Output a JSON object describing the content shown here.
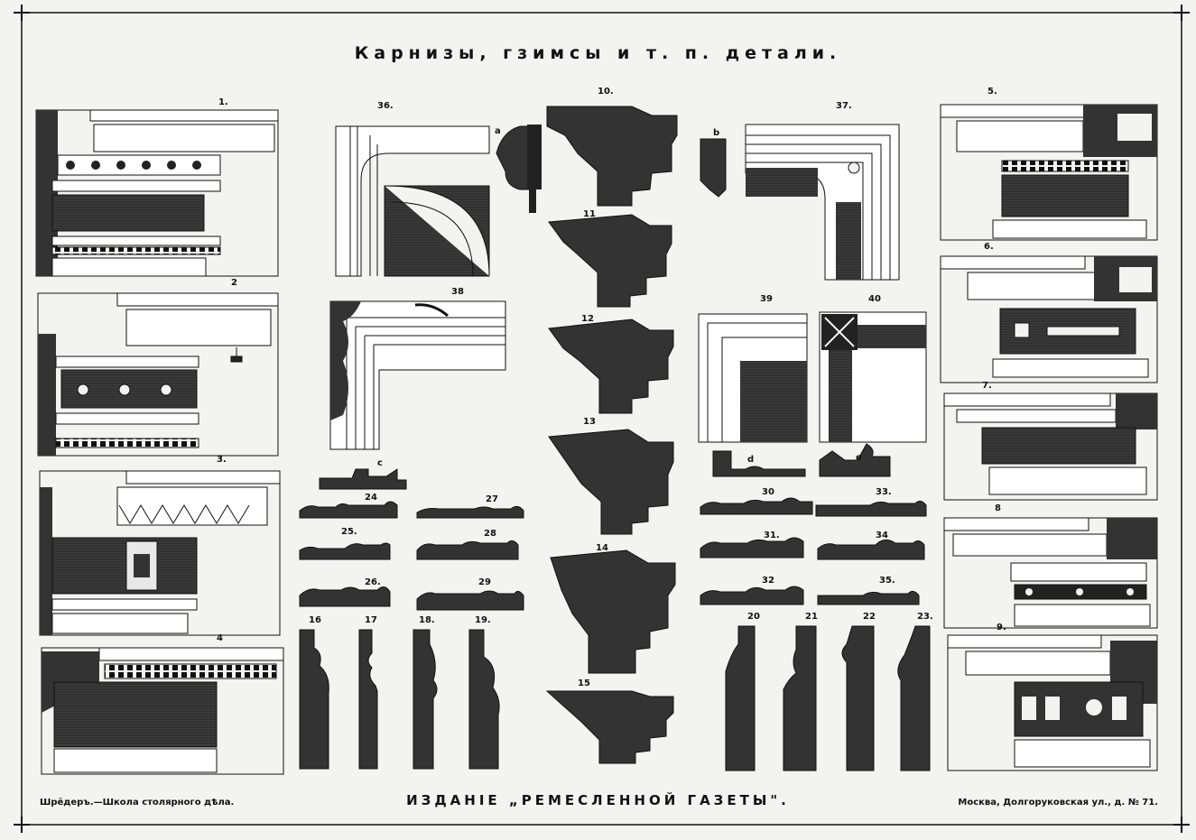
{
  "plate": {
    "title": "Карнизы, гзимсы и т. п. детали.",
    "footer_left": "Шрёдеръ.—Школа столярного дѣла.",
    "footer_center": "ИЗДАНІЕ „РЕМЕСЛЕННОЙ ГАЗЕТЫ\".",
    "footer_right": "Москва, Долгоруковская ул., д. № 71."
  },
  "figure_numbers": {
    "f1": "1.",
    "f2": "2",
    "f3": "3.",
    "f4": "4",
    "f5": "5.",
    "f6": "6.",
    "f7": "7.",
    "f8": "8",
    "f9": "9.",
    "f10": "10.",
    "f11": "11",
    "f12": "12",
    "f13": "13",
    "f14": "14",
    "f15": "15",
    "f16": "16",
    "f17": "17",
    "f18": "18.",
    "f19": "19.",
    "f20": "20",
    "f21": "21",
    "f22": "22",
    "f23": "23.",
    "f24": "24",
    "f25": "25.",
    "f26": "26.",
    "f27": "27",
    "f28": "28",
    "f29": "29",
    "f30": "30",
    "f31": "31.",
    "f32": "32",
    "f33": "33.",
    "f34": "34",
    "f35": "35.",
    "f36": "36.",
    "f37": "37.",
    "f38": "38",
    "f39": "39",
    "f40": "40",
    "a": "a",
    "b": "b",
    "c": "c",
    "d": "d",
    "e": "e"
  },
  "colors": {
    "ink": "#111111",
    "paper": "#f3f3f1",
    "shade": "#3a3a3a"
  }
}
